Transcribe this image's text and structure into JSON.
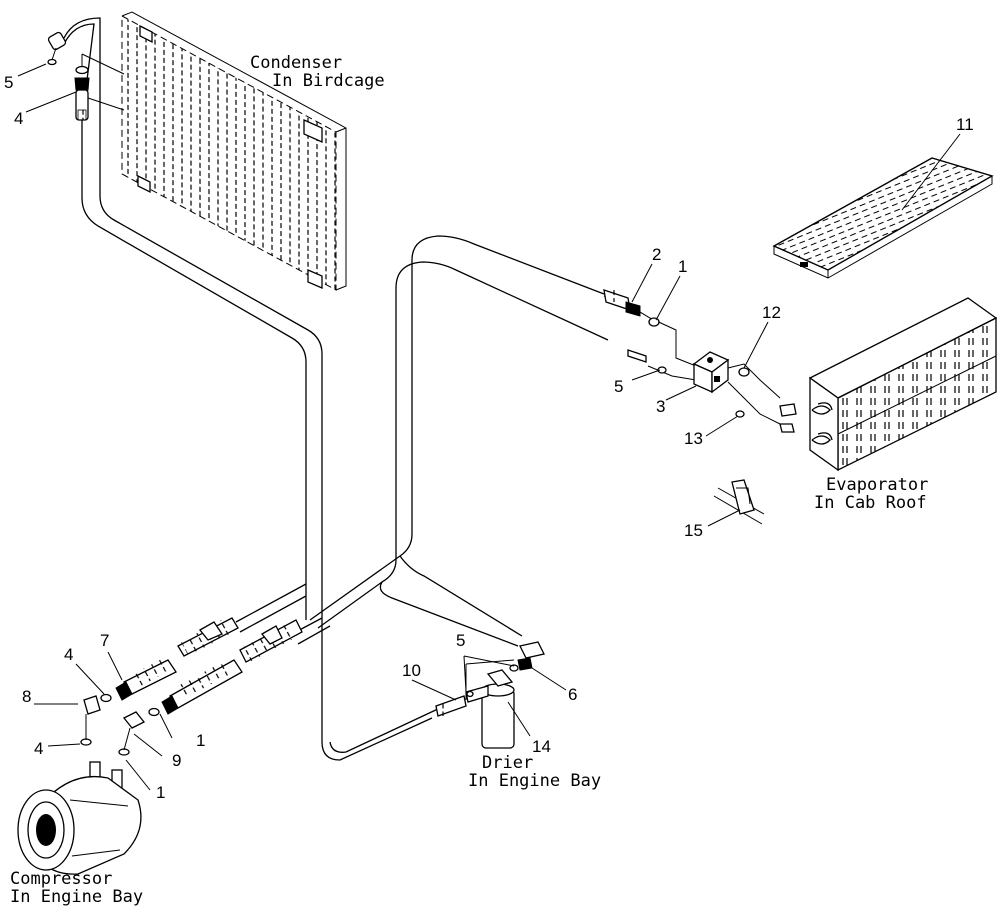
{
  "components": {
    "condenser": {
      "line1": "Condenser",
      "line2": "In Birdcage"
    },
    "evaporator": {
      "line1": "Evaporator",
      "line2": "In Cab Roof"
    },
    "compressor": {
      "line1": "Compressor",
      "line2": "In Engine Bay"
    },
    "drier": {
      "line1": "Drier",
      "line2": "In Engine Bay"
    }
  },
  "callouts": {
    "c5_top": "5",
    "c4_top": "4",
    "c11": "11",
    "c2": "2",
    "c1_upper": "1",
    "c12": "12",
    "c5_mid": "5",
    "c3": "3",
    "c13": "13",
    "c15": "15",
    "c7": "7",
    "c4_mid": "4",
    "c8": "8",
    "c4_low": "4",
    "c1_mid": "1",
    "c9": "9",
    "c1_low": "1",
    "c5_low": "5",
    "c10": "10",
    "c6": "6",
    "c14": "14"
  }
}
